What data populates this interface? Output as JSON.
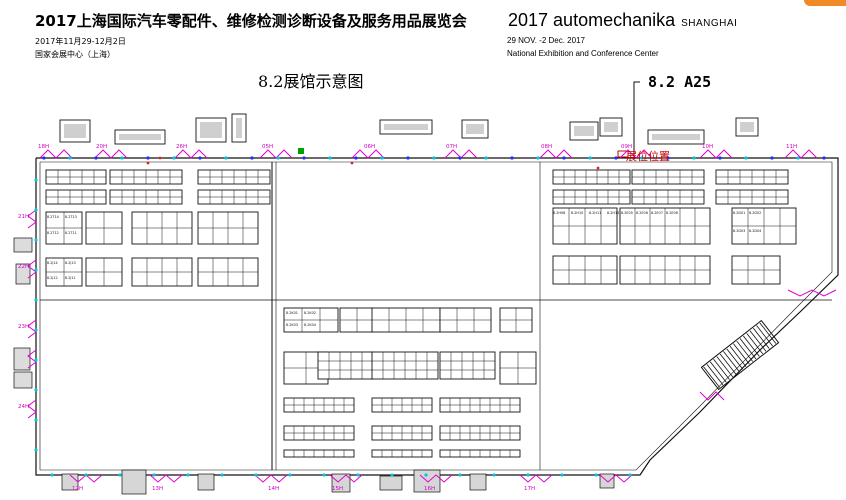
{
  "header": {
    "title_cn": "2017上海国际汽车零配件、维修检测诊断设备及服务用品展览会",
    "title_en": "2017 automechanika",
    "title_en_city": "SHANGHAI",
    "date_cn": "2017年11月29-12月2日",
    "venue_cn": "国家会展中心（上海）",
    "date_en": "29 NOV. -2 Dec. 2017",
    "venue_en": "National Exhibition and Conference Center"
  },
  "plan": {
    "hall_title": "8.2展馆示意图",
    "booth_label": "8.2 A25",
    "location_label": "展位位置",
    "gate_labels": [
      "18H",
      "20H",
      "26H",
      "05H",
      "06H",
      "07H",
      "08H",
      "09H",
      "10H",
      "11H",
      "12H",
      "13H",
      "14H",
      "15H",
      "16H",
      "17H",
      "21H",
      "22H",
      "23H",
      "24H"
    ],
    "booth_ids": [
      "8.2T14",
      "8.2T13",
      "8.2T12",
      "8.2T11",
      "8.2H08",
      "8.2H10",
      "8.2H11",
      "8.2H13",
      "8.2J14",
      "8.2J13",
      "8.2J12",
      "8.2J11",
      "8.2K01",
      "8.2K02",
      "8.2K03",
      "8.2K04",
      "8.2E05",
      "8.2E06",
      "8.2E07",
      "8.2E08",
      "8.2D01",
      "8.2D02",
      "8.2D03",
      "8.2D04"
    ],
    "colors": {
      "line": "#111111",
      "wall_marker": "#e000d0",
      "label_magenta": "#d000c0",
      "node_blue": "#1f2fff",
      "node_cyan": "#00c8e0",
      "dot_red": "#e02020",
      "dot_green": "#00a000",
      "booth_highlight": "#cc0000",
      "logo_orange": "#f08a24"
    }
  }
}
